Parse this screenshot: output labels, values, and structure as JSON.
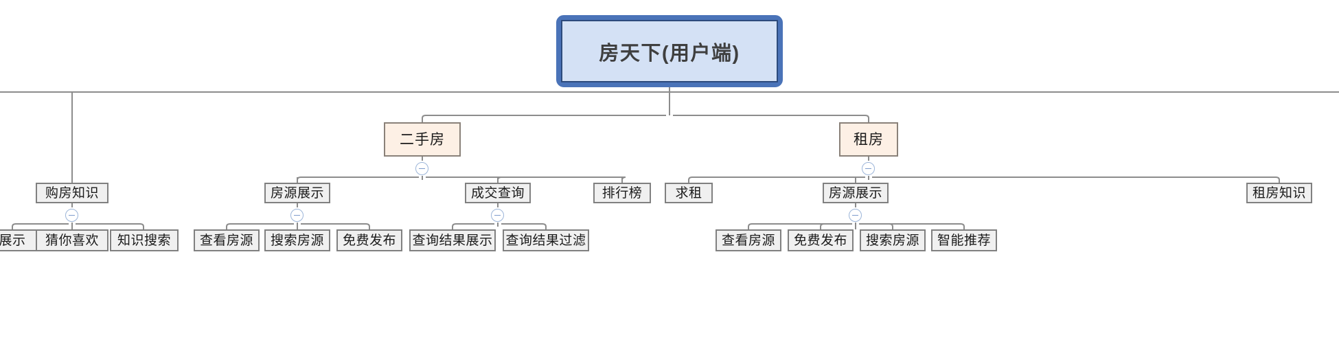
{
  "diagram": {
    "type": "mindmap-tree",
    "title": "房天下(用户端)",
    "root": {
      "label": "房天下(用户端)"
    },
    "level2": [
      {
        "label": "二手房",
        "collapsed": false,
        "toggle": "minus"
      },
      {
        "label": "租房",
        "collapsed": false,
        "toggle": "minus"
      }
    ],
    "level3": [
      {
        "label": "购房知识",
        "toggle": "minus"
      },
      {
        "label": "房源展示",
        "toggle": "minus"
      },
      {
        "label": "成交查询",
        "toggle": "minus"
      },
      {
        "label": "排行榜",
        "toggle": "none"
      },
      {
        "label": "求租",
        "toggle": "none"
      },
      {
        "label": "房源展示",
        "toggle": "minus"
      },
      {
        "label": "租房知识",
        "toggle": "none"
      }
    ],
    "leaves": [
      {
        "label": "展示"
      },
      {
        "label": "猜你喜欢"
      },
      {
        "label": "知识搜索"
      },
      {
        "label": "查看房源"
      },
      {
        "label": "搜索房源"
      },
      {
        "label": "免费发布"
      },
      {
        "label": "查询结果展示"
      },
      {
        "label": "查询结果过滤"
      },
      {
        "label": "查看房源"
      },
      {
        "label": "免费发布"
      },
      {
        "label": "搜索房源"
      },
      {
        "label": "智能推荐"
      }
    ],
    "colors": {
      "root_fill": "#d4e1f5",
      "root_border": "#4a73b8",
      "lv2_fill": "#fdf0e5",
      "lv2_border": "#8a8179",
      "node_fill": "#f0f0f0",
      "node_border": "#808080",
      "wire": "#8c8c8c",
      "toggle": "#9bb4d8"
    }
  }
}
